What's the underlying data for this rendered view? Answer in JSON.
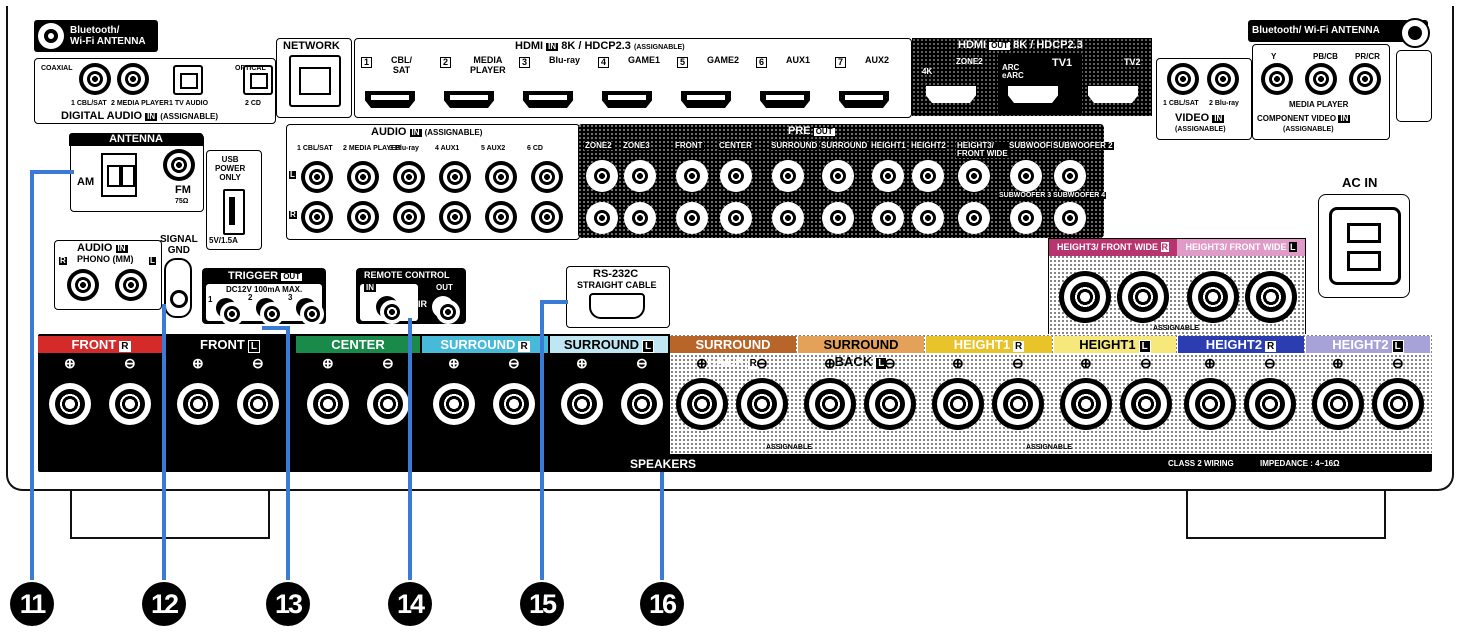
{
  "title_badges": {
    "bt_left": "Bluetooth/\nWi-Fi ANTENNA",
    "bt_right": "Bluetooth/ Wi-Fi ANTENNA"
  },
  "digital_audio": {
    "coaxial": "COAXIAL",
    "optical": "OPTICAL",
    "labels": [
      "1 CBL/SAT",
      "2 MEDIA PLAYER",
      "1 TV AUDIO",
      "2 CD"
    ],
    "footer": "DIGITAL AUDIO",
    "in": "IN",
    "assignable": "(ASSIGNABLE)"
  },
  "network": "NETWORK",
  "hdmi_in": {
    "title": "HDMI",
    "in": "IN",
    "spec": "8K / HDCP2.3",
    "assignable": "(ASSIGNABLE)",
    "inputs": [
      {
        "n": "1",
        "label": "CBL/\nSAT"
      },
      {
        "n": "2",
        "label": "MEDIA\nPLAYER"
      },
      {
        "n": "3",
        "label": "Blu-ray"
      },
      {
        "n": "4",
        "label": "GAME1"
      },
      {
        "n": "5",
        "label": "GAME2"
      },
      {
        "n": "6",
        "label": "AUX1"
      },
      {
        "n": "7",
        "label": "AUX2"
      }
    ]
  },
  "hdmi_out": {
    "title": "HDMI",
    "out": "OUT",
    "spec": "8K / HDCP2.3",
    "labels": [
      "4K",
      "ZONE2",
      "ARC\neARC",
      "TV1",
      "TV2"
    ]
  },
  "video_in": {
    "labels": [
      "1 CBL/SAT",
      "2 Blu-ray"
    ],
    "title": "VIDEO",
    "in": "IN",
    "assignable": "(ASSIGNABLE)"
  },
  "component_video": {
    "ports": [
      "Y",
      "PB/CB",
      "PR/CR"
    ],
    "source": "MEDIA PLAYER",
    "title": "COMPONENT VIDEO",
    "in": "IN",
    "assignable": "(ASSIGNABLE)"
  },
  "antenna": {
    "title": "ANTENNA",
    "am": "AM",
    "fm": "FM",
    "fm_ohm": "75Ω"
  },
  "usb": {
    "label": "USB\nPOWER\nONLY",
    "rating": "5V/1.5A"
  },
  "audio_in": {
    "title": "AUDIO",
    "in": "IN",
    "assignable": "(ASSIGNABLE)",
    "labels": [
      "1 CBL/SAT",
      "2 MEDIA PLAYER",
      "3 Blu-ray",
      "4 AUX1",
      "5 AUX2",
      "6 CD"
    ],
    "l": "L",
    "r": "R"
  },
  "pre_out": {
    "title": "PRE",
    "out": "OUT",
    "labels": [
      "ZONE2",
      "ZONE3",
      "FRONT",
      "CENTER",
      "SURROUND",
      "SURROUND BACK",
      "HEIGHT1",
      "HEIGHT2",
      "HEIGHT3/\nFRONT WIDE",
      "SUBWOOFER 1",
      "SUBWOOFER 2",
      "SUBWOOFER 3",
      "SUBWOOFER 4"
    ]
  },
  "ac_in": "AC IN",
  "phono": {
    "title": "AUDIO",
    "in": "IN",
    "label": "PHONO (MM)",
    "r": "R",
    "l": "L"
  },
  "signal_gnd": "SIGNAL\nGND",
  "trigger": {
    "title": "TRIGGER",
    "out": "OUT",
    "spec": "DC12V 100mA MAX.",
    "ports": [
      "1",
      "2",
      "3"
    ]
  },
  "remote": {
    "title": "REMOTE CONTROL",
    "in": "IN",
    "out": "OUT",
    "ir": "IR"
  },
  "rs232c": {
    "title": "RS-232C",
    "sub": "STRAIGHT CABLE"
  },
  "height3": {
    "left": "HEIGHT3/",
    "fw_r": "FRONT WIDE",
    "left2": "HEIGHT3/",
    "fw_l": "FRONT WIDE",
    "assignable": "ASSIGNABLE"
  },
  "speakers": {
    "footer": "SPEAKERS",
    "wiring": "CLASS 2 WIRING",
    "impedance": "IMPEDANCE : 4~16Ω",
    "assignable": "ASSIGNABLE",
    "channels": [
      {
        "label": "FRONT",
        "side": "R",
        "color": "#d42a2a"
      },
      {
        "label": "FRONT",
        "side": "L",
        "color": "#ffffff"
      },
      {
        "label": "CENTER",
        "side": "",
        "color": "#1a8a4a"
      },
      {
        "label": "SURROUND",
        "side": "R",
        "color": "#47b9d9"
      },
      {
        "label": "SURROUND",
        "side": "L",
        "color": "#bfe6f2"
      },
      {
        "label": "SURROUND BACK",
        "side": "R",
        "color": "#b8652a"
      },
      {
        "label": "SURROUND BACK",
        "side": "L",
        "color": "#e3a15a"
      },
      {
        "label": "HEIGHT1",
        "side": "R",
        "color": "#e8c32a"
      },
      {
        "label": "HEIGHT1",
        "side": "L",
        "color": "#f6e87a"
      },
      {
        "label": "HEIGHT2",
        "side": "R",
        "color": "#2b3db0"
      },
      {
        "label": "HEIGHT2",
        "side": "L",
        "color": "#a7a2d8"
      }
    ]
  },
  "callouts": [
    "11",
    "12",
    "13",
    "14",
    "15",
    "16"
  ]
}
